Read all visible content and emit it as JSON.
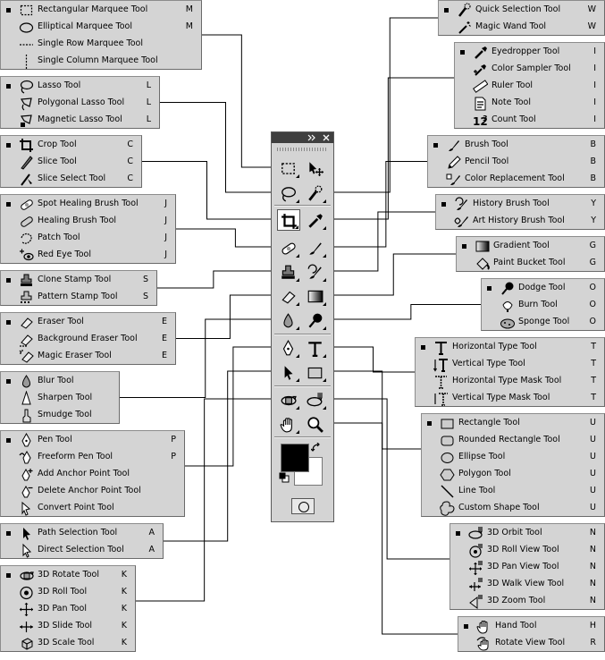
{
  "toolbar": {
    "header_icons": [
      "double-chevron-right-icon",
      "close-icon"
    ],
    "foreground_color": "#000000",
    "background_color": "#ffffff"
  },
  "groups": [
    {
      "id": "marquee",
      "side": "left",
      "items": [
        {
          "label": "Rectangular Marquee Tool",
          "key": "M",
          "icon": "rect-marquee-icon",
          "active": true
        },
        {
          "label": "Elliptical Marquee Tool",
          "key": "M",
          "icon": "ellipse-marquee-icon"
        },
        {
          "label": "Single Row Marquee Tool",
          "key": "",
          "icon": "single-row-marquee-icon"
        },
        {
          "label": "Single Column Marquee Tool",
          "key": "",
          "icon": "single-column-marquee-icon"
        }
      ]
    },
    {
      "id": "lasso",
      "side": "left",
      "items": [
        {
          "label": "Lasso Tool",
          "key": "L",
          "icon": "lasso-icon",
          "active": true
        },
        {
          "label": "Polygonal Lasso Tool",
          "key": "L",
          "icon": "polygonal-lasso-icon"
        },
        {
          "label": "Magnetic Lasso Tool",
          "key": "L",
          "icon": "magnetic-lasso-icon"
        }
      ]
    },
    {
      "id": "crop",
      "side": "left",
      "items": [
        {
          "label": "Crop Tool",
          "key": "C",
          "icon": "crop-icon",
          "active": true
        },
        {
          "label": "Slice Tool",
          "key": "C",
          "icon": "slice-icon"
        },
        {
          "label": "Slice Select Tool",
          "key": "C",
          "icon": "slice-select-icon"
        }
      ]
    },
    {
      "id": "healing",
      "side": "left",
      "items": [
        {
          "label": "Spot Healing Brush Tool",
          "key": "J",
          "icon": "spot-healing-icon",
          "active": true
        },
        {
          "label": "Healing Brush Tool",
          "key": "J",
          "icon": "healing-brush-icon"
        },
        {
          "label": "Patch Tool",
          "key": "J",
          "icon": "patch-icon"
        },
        {
          "label": "Red Eye Tool",
          "key": "J",
          "icon": "red-eye-icon"
        }
      ]
    },
    {
      "id": "stamp",
      "side": "left",
      "items": [
        {
          "label": "Clone Stamp Tool",
          "key": "S",
          "icon": "clone-stamp-icon",
          "active": true
        },
        {
          "label": "Pattern Stamp Tool",
          "key": "S",
          "icon": "pattern-stamp-icon"
        }
      ]
    },
    {
      "id": "eraser",
      "side": "left",
      "items": [
        {
          "label": "Eraser Tool",
          "key": "E",
          "icon": "eraser-icon",
          "active": true
        },
        {
          "label": "Background Eraser Tool",
          "key": "E",
          "icon": "background-eraser-icon"
        },
        {
          "label": "Magic Eraser Tool",
          "key": "E",
          "icon": "magic-eraser-icon"
        }
      ]
    },
    {
      "id": "blur",
      "side": "left",
      "items": [
        {
          "label": "Blur Tool",
          "key": "",
          "icon": "blur-icon",
          "active": true
        },
        {
          "label": "Sharpen Tool",
          "key": "",
          "icon": "sharpen-icon"
        },
        {
          "label": "Smudge Tool",
          "key": "",
          "icon": "smudge-icon"
        }
      ]
    },
    {
      "id": "pen",
      "side": "left",
      "items": [
        {
          "label": "Pen Tool",
          "key": "P",
          "icon": "pen-icon",
          "active": true
        },
        {
          "label": "Freeform Pen Tool",
          "key": "P",
          "icon": "freeform-pen-icon"
        },
        {
          "label": "Add Anchor Point Tool",
          "key": "",
          "icon": "add-anchor-icon"
        },
        {
          "label": "Delete Anchor Point Tool",
          "key": "",
          "icon": "delete-anchor-icon"
        },
        {
          "label": "Convert Point Tool",
          "key": "",
          "icon": "convert-point-icon"
        }
      ]
    },
    {
      "id": "path-selection",
      "side": "left",
      "items": [
        {
          "label": "Path Selection Tool",
          "key": "A",
          "icon": "path-selection-icon",
          "active": true
        },
        {
          "label": "Direct Selection Tool",
          "key": "A",
          "icon": "direct-selection-icon"
        }
      ]
    },
    {
      "id": "3d-object",
      "side": "left",
      "items": [
        {
          "label": "3D Rotate Tool",
          "key": "K",
          "icon": "3d-rotate-icon",
          "active": true
        },
        {
          "label": "3D Roll Tool",
          "key": "K",
          "icon": "3d-roll-icon"
        },
        {
          "label": "3D Pan Tool",
          "key": "K",
          "icon": "3d-pan-icon"
        },
        {
          "label": "3D Slide Tool",
          "key": "K",
          "icon": "3d-slide-icon"
        },
        {
          "label": "3D Scale Tool",
          "key": "K",
          "icon": "3d-scale-icon"
        }
      ]
    },
    {
      "id": "quick-selection",
      "side": "right",
      "items": [
        {
          "label": "Quick Selection Tool",
          "key": "W",
          "icon": "quick-selection-icon",
          "active": true
        },
        {
          "label": "Magic Wand Tool",
          "key": "W",
          "icon": "magic-wand-icon"
        }
      ]
    },
    {
      "id": "eyedropper",
      "side": "right",
      "items": [
        {
          "label": "Eyedropper Tool",
          "key": "I",
          "icon": "eyedropper-icon",
          "active": true
        },
        {
          "label": "Color Sampler Tool",
          "key": "I",
          "icon": "color-sampler-icon"
        },
        {
          "label": "Ruler Tool",
          "key": "I",
          "icon": "ruler-icon"
        },
        {
          "label": "Note Tool",
          "key": "I",
          "icon": "note-icon"
        },
        {
          "label": "Count Tool",
          "key": "I",
          "icon": "count-icon"
        }
      ]
    },
    {
      "id": "brush",
      "side": "right",
      "items": [
        {
          "label": "Brush Tool",
          "key": "B",
          "icon": "brush-icon",
          "active": true
        },
        {
          "label": "Pencil Tool",
          "key": "B",
          "icon": "pencil-icon"
        },
        {
          "label": "Color Replacement Tool",
          "key": "B",
          "icon": "color-replacement-icon"
        }
      ]
    },
    {
      "id": "history-brush",
      "side": "right",
      "items": [
        {
          "label": "History Brush Tool",
          "key": "Y",
          "icon": "history-brush-icon",
          "active": true
        },
        {
          "label": "Art History Brush Tool",
          "key": "Y",
          "icon": "art-history-brush-icon"
        }
      ]
    },
    {
      "id": "gradient",
      "side": "right",
      "items": [
        {
          "label": "Gradient Tool",
          "key": "G",
          "icon": "gradient-icon",
          "active": true
        },
        {
          "label": "Paint Bucket Tool",
          "key": "G",
          "icon": "paint-bucket-icon"
        }
      ]
    },
    {
      "id": "dodge",
      "side": "right",
      "items": [
        {
          "label": "Dodge Tool",
          "key": "O",
          "icon": "dodge-icon",
          "active": true
        },
        {
          "label": "Burn Tool",
          "key": "O",
          "icon": "burn-icon"
        },
        {
          "label": "Sponge Tool",
          "key": "O",
          "icon": "sponge-icon"
        }
      ]
    },
    {
      "id": "type",
      "side": "right",
      "items": [
        {
          "label": "Horizontal Type Tool",
          "key": "T",
          "icon": "horizontal-type-icon",
          "active": true
        },
        {
          "label": "Vertical Type Tool",
          "key": "T",
          "icon": "vertical-type-icon"
        },
        {
          "label": "Horizontal Type Mask Tool",
          "key": "T",
          "icon": "horizontal-type-mask-icon"
        },
        {
          "label": "Vertical Type Mask Tool",
          "key": "T",
          "icon": "vertical-type-mask-icon"
        }
      ]
    },
    {
      "id": "shape",
      "side": "right",
      "items": [
        {
          "label": "Rectangle Tool",
          "key": "U",
          "icon": "rectangle-icon",
          "active": true
        },
        {
          "label": "Rounded Rectangle Tool",
          "key": "U",
          "icon": "rounded-rectangle-icon"
        },
        {
          "label": "Ellipse Tool",
          "key": "U",
          "icon": "ellipse-icon"
        },
        {
          "label": "Polygon Tool",
          "key": "U",
          "icon": "polygon-icon"
        },
        {
          "label": "Line Tool",
          "key": "U",
          "icon": "line-icon"
        },
        {
          "label": "Custom Shape Tool",
          "key": "U",
          "icon": "custom-shape-icon"
        }
      ]
    },
    {
      "id": "3d-camera",
      "side": "right",
      "items": [
        {
          "label": "3D Orbit Tool",
          "key": "N",
          "icon": "3d-orbit-icon",
          "active": true
        },
        {
          "label": "3D Roll View Tool",
          "key": "N",
          "icon": "3d-roll-view-icon"
        },
        {
          "label": "3D Pan View Tool",
          "key": "N",
          "icon": "3d-pan-view-icon"
        },
        {
          "label": "3D Walk View Tool",
          "key": "N",
          "icon": "3d-walk-view-icon"
        },
        {
          "label": "3D Zoom Tool",
          "key": "N",
          "icon": "3d-zoom-icon"
        }
      ]
    },
    {
      "id": "hand",
      "side": "right",
      "items": [
        {
          "label": "Hand Tool",
          "key": "H",
          "icon": "hand-icon",
          "active": true
        },
        {
          "label": "Rotate View Tool",
          "key": "R",
          "icon": "rotate-view-icon"
        }
      ]
    }
  ]
}
